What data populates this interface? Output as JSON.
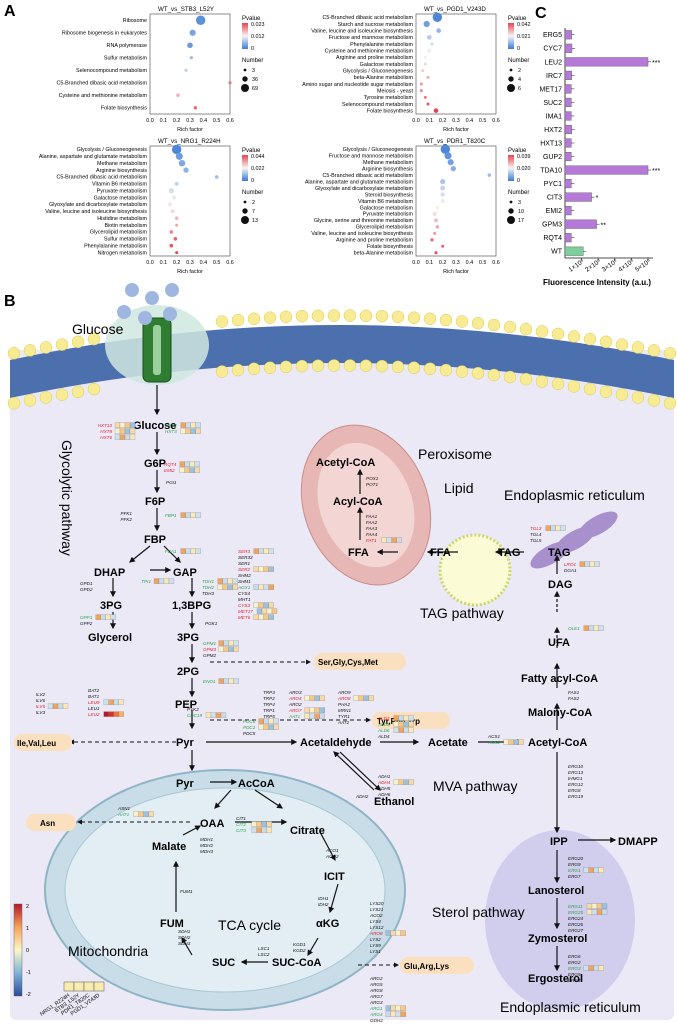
{
  "panelA": {
    "letter": "A",
    "xlabel": "Rich factor",
    "ticks": [
      "0.0",
      "0.1",
      "0.2",
      "0.3",
      "0.4",
      "0.5",
      "0.6"
    ],
    "pvalue_label": "Pvalue",
    "number_label": "Number",
    "plots": [
      {
        "title": "WT_vs_STB3_L52Y",
        "categories": [
          "Ribosome",
          "Ribosome biogenesis in eukaryotes",
          "RNA polymerase",
          "Sulfur metabolism",
          "Selenocompound metabolism",
          "C5-Branched dibasic acid metabolism",
          "Cysteine and methionine metabolism",
          "Folate biosynthesis"
        ],
        "points": [
          {
            "x": 0.38,
            "p": 0.002,
            "n": 69
          },
          {
            "x": 0.32,
            "p": 0.004,
            "n": 36
          },
          {
            "x": 0.3,
            "p": 0.003,
            "n": 30
          },
          {
            "x": 0.31,
            "p": 0.006,
            "n": 6
          },
          {
            "x": 0.27,
            "p": 0.008,
            "n": 5
          },
          {
            "x": 0.6,
            "p": 0.02,
            "n": 3
          },
          {
            "x": 0.21,
            "p": 0.016,
            "n": 8
          },
          {
            "x": 0.34,
            "p": 0.021,
            "n": 6
          }
        ],
        "pvalue_ticks": [
          "0.023",
          "0.012",
          "0"
        ],
        "number_ticks": [
          "3",
          "36",
          "69"
        ],
        "xlim": [
          0,
          0.6
        ]
      },
      {
        "title": "WT_vs_PGD1_V243D",
        "categories": [
          "C5-Branched dibasic acid metabolism",
          "Starch and sucrose metabolism",
          "Valine, leucine and isoleucine biosynthesis",
          "Fructose and mannose metabolism",
          "Phenylalanine metabolism",
          "Cysteine and methionine metabolism",
          "Arginine and proline metabolism",
          "Galactose metabolism",
          "Glycolysis / Gluconeogenesis",
          "beta-Alanine metabolism",
          "Amino sugar and nucleotide sugar metabolism",
          "Meiosis - yeast",
          "Tyrosine metabolism",
          "Selenocompound metabolism",
          "Folate biosynthesis"
        ],
        "points": [
          {
            "x": 0.16,
            "p": 0.002,
            "n": 6
          },
          {
            "x": 0.08,
            "p": 0.006,
            "n": 4
          },
          {
            "x": 0.17,
            "p": 0.01,
            "n": 3
          },
          {
            "x": 0.1,
            "p": 0.014,
            "n": 3
          },
          {
            "x": 0.12,
            "p": 0.016,
            "n": 2
          },
          {
            "x": 0.1,
            "p": 0.02,
            "n": 3
          },
          {
            "x": 0.07,
            "p": 0.022,
            "n": 2
          },
          {
            "x": 0.07,
            "p": 0.025,
            "n": 2
          },
          {
            "x": 0.05,
            "p": 0.026,
            "n": 2
          },
          {
            "x": 0.09,
            "p": 0.03,
            "n": 2
          },
          {
            "x": 0.04,
            "p": 0.032,
            "n": 2
          },
          {
            "x": 0.04,
            "p": 0.034,
            "n": 2
          },
          {
            "x": 0.07,
            "p": 0.036,
            "n": 2
          },
          {
            "x": 0.09,
            "p": 0.04,
            "n": 2
          },
          {
            "x": 0.15,
            "p": 0.042,
            "n": 3
          }
        ],
        "pvalue_ticks": [
          "0.042",
          "0.021",
          "0"
        ],
        "number_ticks": [
          "2",
          "4",
          "6"
        ],
        "xlim": [
          0,
          0.6
        ]
      },
      {
        "title": "WT_vs_NRG1_R224H",
        "categories": [
          "Glycolysis / Gluconeogenesis",
          "Alanine, aspartate and glutamate metabolism",
          "Methane metabolism",
          "Arginine biosynthesis",
          "C5-Branched dibasic acid metabolism",
          "Vitamin B6 metabolism",
          "Pyruvate metabolism",
          "Galactose metabolism",
          "Glyoxylate and dicarboxylate metabolism",
          "Valine, leucine and isoleucine biosynthesis",
          "Histidine metabolism",
          "Biotin metabolism",
          "Glycerolipid metabolism",
          "Sulfur metabolism",
          "Phenylalanine metabolism",
          "Nitrogen metabolism"
        ],
        "points": [
          {
            "x": 0.2,
            "p": 0.002,
            "n": 13
          },
          {
            "x": 0.22,
            "p": 0.006,
            "n": 9
          },
          {
            "x": 0.24,
            "p": 0.008,
            "n": 8
          },
          {
            "x": 0.27,
            "p": 0.01,
            "n": 6
          },
          {
            "x": 0.5,
            "p": 0.012,
            "n": 3
          },
          {
            "x": 0.2,
            "p": 0.016,
            "n": 4
          },
          {
            "x": 0.16,
            "p": 0.018,
            "n": 6
          },
          {
            "x": 0.18,
            "p": 0.02,
            "n": 4
          },
          {
            "x": 0.15,
            "p": 0.024,
            "n": 4
          },
          {
            "x": 0.17,
            "p": 0.026,
            "n": 3
          },
          {
            "x": 0.2,
            "p": 0.03,
            "n": 3
          },
          {
            "x": 0.2,
            "p": 0.032,
            "n": 2
          },
          {
            "x": 0.16,
            "p": 0.036,
            "n": 3
          },
          {
            "x": 0.19,
            "p": 0.04,
            "n": 3
          },
          {
            "x": 0.16,
            "p": 0.042,
            "n": 3
          },
          {
            "x": 0.2,
            "p": 0.044,
            "n": 2
          }
        ],
        "pvalue_ticks": [
          "0.044",
          "0.022",
          "0"
        ],
        "number_ticks": [
          "2",
          "7",
          "13"
        ],
        "xlim": [
          0,
          0.6
        ]
      },
      {
        "title": "WT_vs_PDR1_T820C",
        "categories": [
          "Glycolysis / Gluconeogenesis",
          "Fructose and mannose metabolism",
          "Methane metabolism",
          "Arginine biosynthesis",
          "C5-Branched dibasic acid metabolism",
          "Alanine, aspartate and glutamate metabolism",
          "Glyoxylate and dicarboxylate metabolism",
          "Steroid biosynthesis",
          "Vitamin B6 metabolism",
          "Galactose metabolism",
          "Pyruvate metabolism",
          "Glycine, serine and threonine metabolism",
          "Glycerolipid metabolism",
          "Valine, leucine and isoleucine biosynthesis",
          "Arginine and proline metabolism",
          "Folate biosynthesis",
          "beta-Alanine metabolism"
        ],
        "points": [
          {
            "x": 0.22,
            "p": 0.002,
            "n": 17
          },
          {
            "x": 0.24,
            "p": 0.004,
            "n": 12
          },
          {
            "x": 0.26,
            "p": 0.006,
            "n": 10
          },
          {
            "x": 0.28,
            "p": 0.008,
            "n": 8
          },
          {
            "x": 0.55,
            "p": 0.01,
            "n": 4
          },
          {
            "x": 0.2,
            "p": 0.012,
            "n": 8
          },
          {
            "x": 0.2,
            "p": 0.014,
            "n": 7
          },
          {
            "x": 0.2,
            "p": 0.016,
            "n": 6
          },
          {
            "x": 0.2,
            "p": 0.018,
            "n": 5
          },
          {
            "x": 0.16,
            "p": 0.02,
            "n": 5
          },
          {
            "x": 0.14,
            "p": 0.022,
            "n": 6
          },
          {
            "x": 0.15,
            "p": 0.026,
            "n": 5
          },
          {
            "x": 0.16,
            "p": 0.028,
            "n": 4
          },
          {
            "x": 0.14,
            "p": 0.03,
            "n": 3
          },
          {
            "x": 0.12,
            "p": 0.034,
            "n": 4
          },
          {
            "x": 0.2,
            "p": 0.036,
            "n": 3
          },
          {
            "x": 0.15,
            "p": 0.039,
            "n": 3
          }
        ],
        "pvalue_ticks": [
          "0.039",
          "0.020",
          "0"
        ],
        "number_ticks": [
          "3",
          "10",
          "17"
        ],
        "xlim": [
          0,
          0.6
        ]
      }
    ]
  },
  "panelC": {
    "letter": "C",
    "xlabel": "Fluorescence Intensity (a.u.)",
    "ticks": [
      "1×10⁶",
      "2×10⁶",
      "3×10⁶",
      "4×10⁶",
      "5×10⁶"
    ],
    "chart_data": {
      "type": "bar",
      "categories": [
        "ERG5",
        "CYC7",
        "LEU2",
        "IRC7",
        "MET17",
        "SUC2",
        "IMA1",
        "HXT2",
        "HXT13",
        "GUP2",
        "TDA10",
        "PYC1",
        "CIT3",
        "EMI2",
        "GPM3",
        "RQT4",
        "WT"
      ],
      "values": [
        400000,
        420000,
        5000000,
        400000,
        380000,
        380000,
        380000,
        400000,
        380000,
        380000,
        5000000,
        380000,
        1600000,
        380000,
        1900000,
        380000,
        1100000
      ],
      "significance": [
        "",
        "",
        "***",
        "",
        "",
        "",
        "",
        "",
        "",
        "",
        "***",
        "",
        "*",
        "",
        "**",
        "",
        ""
      ],
      "xlim": [
        0,
        5300000
      ]
    }
  },
  "panelB": {
    "letter": "B",
    "colorbar_ticks": [
      "2",
      "1",
      "0",
      "-1",
      "-2"
    ],
    "heat_legend": [
      "NRG1_R224H",
      "STB3_L52Y",
      "PDR1_T820C",
      "PGD1_V243D"
    ],
    "labels": {
      "glucose_out": "Glucose",
      "glucose": "Glucose",
      "g6p": "G6P",
      "f6p": "F6P",
      "fbp": "FBP",
      "dhap": "DHAP",
      "gap": "GAP",
      "p3g": "3PG",
      "bpg": "1,3BPG",
      "glycerol": "Glycerol",
      "pg3": "3PG",
      "pg2": "2PG",
      "pep": "PEP",
      "pyr": "Pyr",
      "acetaldehyde": "Acetaldehyde",
      "acetate": "Acetate",
      "acetylcoa": "Acetyl-CoA",
      "ethanol": "Ethanol",
      "pyr_m": "Pyr",
      "accoa_m": "AcCoA",
      "oaa": "OAA",
      "citrate": "Citrate",
      "icit": "ICIT",
      "akg": "αKG",
      "succoa": "SUC-CoA",
      "suc": "SUC",
      "fum": "FUM",
      "malate": "Malate",
      "ffa1": "FFA",
      "ffa2": "FFA",
      "tag1": "TAG",
      "tag2": "TAG",
      "dag": "DAG",
      "ufa": "UFA",
      "fatty": "Fatty acyl-CoA",
      "malony": "Malony-CoA",
      "acyl_p": "Acyl-CoA",
      "acetyl_p": "Acetyl-CoA",
      "ipp": "IPP",
      "dmapp": "DMAPP",
      "lanosterol": "Lanosterol",
      "zymosterol": "Zymosterol",
      "ergosterol": "Ergosterol"
    },
    "products": {
      "sgcm": "Ser,Gly,Cys,Met",
      "tpt": "Tyr,Phe,Trp",
      "ivl": "Ile,Val,Leu",
      "asn": "Asn",
      "gal": "Glu,Arg,Lys"
    },
    "compartments": {
      "glucose_top": "Glucose",
      "glycolytic": "Glycolytic pathway",
      "peroxisome": "Peroxisome",
      "lipid": "Lipid",
      "er_top": "Endoplasmic reticulum",
      "tag_pathway": "TAG pathway",
      "mva": "MVA pathway",
      "tca": "TCA cycle",
      "mito": "Mitochondria",
      "sterol": "Sterol pathway",
      "er_bottom": "Endoplasmic reticulum"
    },
    "genes": {
      "hxt": [
        "HXT13",
        "HXT8",
        "HXT6",
        "HXT2",
        "HXT3"
      ],
      "g1": [
        "RQT4",
        "EMI2"
      ],
      "pgi": [
        "PGI1"
      ],
      "pfk": [
        "PFK1",
        "PFK2"
      ],
      "fbp1": [
        "FBP1"
      ],
      "fba": [
        "FBA1"
      ],
      "tpi": [
        "TPI1"
      ],
      "gpd": [
        "GPD1",
        "GPD2"
      ],
      "gpp": [
        "GPP1",
        "GPP2"
      ],
      "tdh": [
        "TDH1",
        "TDH2",
        "TDH3"
      ],
      "pgk": [
        "PGK1"
      ],
      "ser": [
        "SER3",
        "SER33",
        "SER1",
        "SER2",
        "SHM2",
        "SHM1",
        "AGX1",
        "CYS4",
        "MHT1",
        "CYS3",
        "MET17",
        "MET6"
      ],
      "gpm": [
        "GPM1",
        "GPM3",
        "GPM2"
      ],
      "eno": [
        "ENO1"
      ],
      "aro": [
        "TRP3",
        "TRP2",
        "TRP4",
        "TRP1",
        "TRP5",
        "ARO3",
        "ARO4",
        "ARO2",
        "ARO7",
        "AAT1",
        "ARO9",
        "ARO8",
        "PHA2",
        "MRN1",
        "TYR1",
        "AAT2"
      ],
      "ilv": [
        "BAT2",
        "BAT1",
        "LEU9",
        "LEU1",
        "LEU2",
        "ILV2",
        "ILV6",
        "ILV5",
        "ILV3"
      ],
      "pyk": [
        "PYK2",
        "CDC19"
      ],
      "pdc": [
        "PDC6",
        "PDC1",
        "PDC5"
      ],
      "ald": [
        "ALD3",
        "ALD5",
        "ALD6",
        "ALD4"
      ],
      "acs": [
        "ACS1",
        "ACS2"
      ],
      "adh": [
        "ADH1",
        "ADH4",
        "ADH5",
        "ADH6"
      ],
      "adh2": [
        "ADH2"
      ],
      "asn": [
        "ASN1",
        "AAT1"
      ],
      "cit": [
        "CIT1",
        "CIT2",
        "CIT3"
      ],
      "mdh": [
        "MDH1",
        "MDH2",
        "MDH3"
      ],
      "fum": [
        "FUM1"
      ],
      "sdh": [
        "SDH1",
        "SDH2",
        "SDH3"
      ],
      "lsc": [
        "LSC1",
        "LSC2"
      ],
      "kgd": [
        "KGD1",
        "KGD2"
      ],
      "aco": [
        "ACO1",
        "ACO2"
      ],
      "idh": [
        "IDH1",
        "IDH2"
      ],
      "lys": [
        "LYS20",
        "LYS21",
        "ACO2",
        "LYS4",
        "LYS12",
        "ARO8",
        "LYS2",
        "LYS9",
        "LYS1"
      ],
      "arg": [
        "ARG2",
        "ARG5",
        "ARG8",
        "ARG7",
        "ARG3",
        "ARG1",
        "ARG4",
        "GDH2",
        "GDH3"
      ],
      "pox": [
        "POX1",
        "POT1"
      ],
      "faa": [
        "FAA1",
        "FAA2",
        "FAA3",
        "FAA4",
        "FAT1"
      ],
      "tgl": [
        "TGL3",
        "TGL4",
        "TGL5"
      ],
      "lro": [
        "LRO1",
        "DGA1"
      ],
      "ole": [
        "OLE1"
      ],
      "fas": [
        "FAS1",
        "FAS2"
      ],
      "erg_mva": [
        "ERG10",
        "ERG13",
        "tHMG1",
        "ERG12",
        "ERG8",
        "ERG19"
      ],
      "erg_ipp": [
        "ERG20",
        "ERG9",
        "ERG1",
        "ERG7"
      ],
      "erg_lan": [
        "ERG11",
        "ERG25",
        "ERG24",
        "ERG26",
        "ERG27"
      ],
      "erg_zym": [
        "ERG6",
        "ERG2",
        "ERG3",
        "ERG5",
        "ERG4"
      ]
    }
  }
}
